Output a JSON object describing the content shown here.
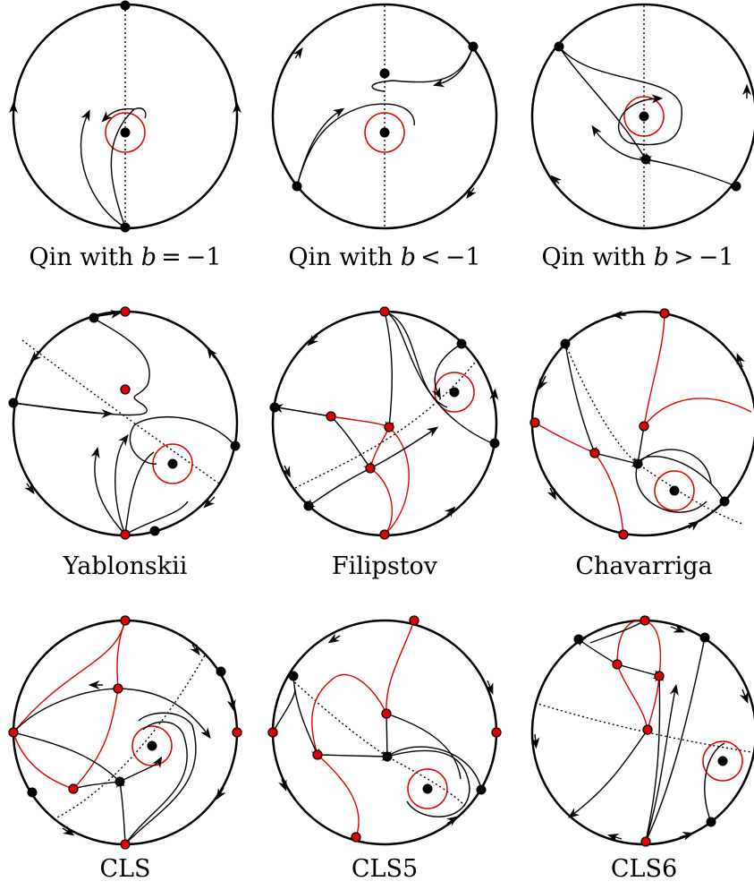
{
  "colors": {
    "ink": "#000000",
    "separatrix": "#000000",
    "highlight": "#e00000",
    "node_red_fill": "#e00000"
  },
  "panels": [
    {
      "id": "qin-eq",
      "caption": {
        "prefix": "Qin with",
        "var": "b",
        "rel": "=",
        "value": "−1"
      }
    },
    {
      "id": "qin-lt",
      "caption": {
        "prefix": "Qin with",
        "var": "b",
        "rel": "<",
        "value": "−1"
      }
    },
    {
      "id": "qin-gt",
      "caption": {
        "prefix": "Qin with",
        "var": "b",
        "rel": ">",
        "value": "−1"
      }
    },
    {
      "id": "yablonskii",
      "caption": {
        "text": "Yablonskii"
      }
    },
    {
      "id": "filipstov",
      "caption": {
        "text": "Filipstov"
      }
    },
    {
      "id": "chavarriga",
      "caption": {
        "text": "Chavarriga"
      }
    },
    {
      "id": "cls",
      "caption": {
        "text": "CLS"
      }
    },
    {
      "id": "cls5",
      "caption": {
        "text": "CLS5"
      }
    },
    {
      "id": "cls6",
      "caption": {
        "text": "CLS6"
      }
    }
  ]
}
